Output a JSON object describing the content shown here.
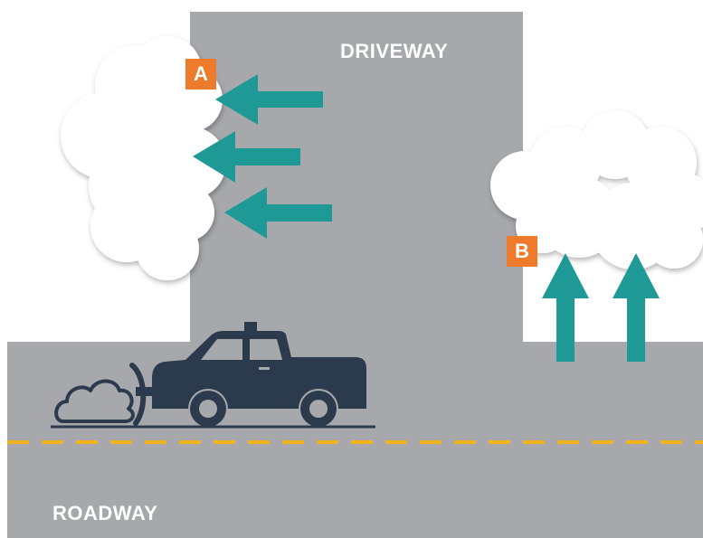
{
  "labels": {
    "driveway": "DRIVEWAY",
    "roadway": "ROADWAY"
  },
  "markers": {
    "a": "A",
    "b": "B"
  },
  "colors": {
    "road": "#a7a8ac",
    "arrow": "#1e9996",
    "badge": "#ee7b2b",
    "truck": "#2c3a4e",
    "lane_line": "#f2b21c",
    "cloud": "#ffffff"
  }
}
